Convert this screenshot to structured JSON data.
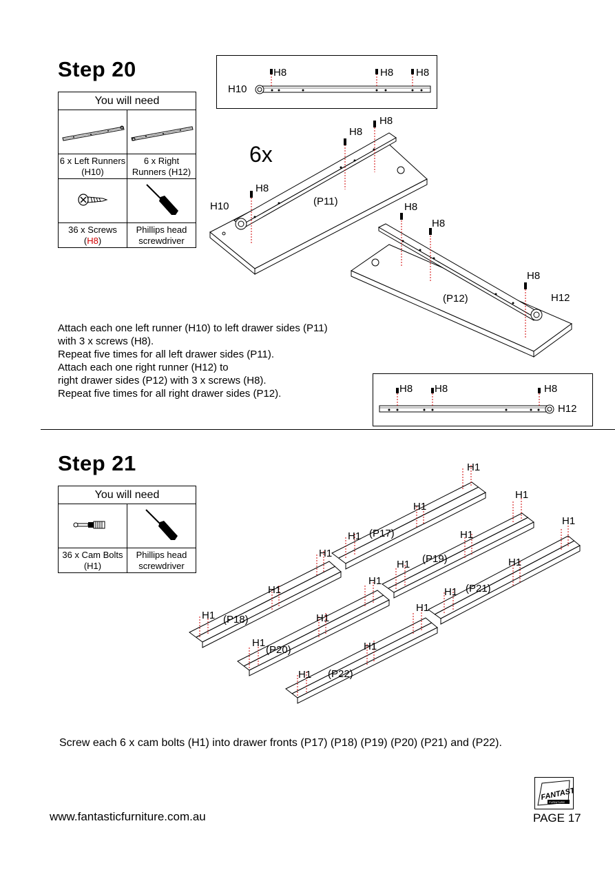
{
  "step20": {
    "title": "Step  20",
    "need_header": "You will need",
    "items": [
      {
        "icon": "left-runner-icon",
        "label": "6 x Left Runners (H10)"
      },
      {
        "icon": "right-runner-icon",
        "label": "6 x Right Runners (H12)"
      },
      {
        "icon": "screw-icon",
        "label_prefix": "36 x Screws",
        "label_open": "(",
        "label_code": "H8",
        "label_close": ")"
      },
      {
        "icon": "screwdriver-icon",
        "label": "Phillips head screwdriver"
      }
    ],
    "multiplier": "6x",
    "labels": {
      "h8": "H8",
      "h10": "H10",
      "h12": "H12",
      "p11": "(P11)",
      "p12": "(P12)"
    },
    "instructions": [
      "Attach each one left runner (H10) to left drawer sides (P11)",
      "with 3 x screws (H8).",
      "Repeat five times for all left drawer sides (P11).",
      "Attach each one right runner (H12) to",
      "right drawer sides (P12) with 3 x screws (H8).",
      "Repeat five times for all right drawer sides (P12)."
    ]
  },
  "step21": {
    "title": "Step  21",
    "need_header": "You will need",
    "items": [
      {
        "icon": "cam-bolt-icon",
        "label": "36 x Cam Bolts (H1)"
      },
      {
        "icon": "screwdriver-icon",
        "label": "Phillips head screwdriver"
      }
    ],
    "labels": {
      "h1": "H1",
      "p17": "(P17)",
      "p18": "(P18)",
      "p19": "(P19)",
      "p20": "(P20)",
      "p21": "(P21)",
      "p22": "(P22)"
    },
    "instruction": "Screw each 6 x cam bolts (H1) into drawer fronts (P17) (P18) (P19) (P20) (P21) and (P22)."
  },
  "footer": {
    "website": "www.fantasticfurniture.com.au",
    "page": "PAGE 17",
    "logo_text": "FANTASTIC",
    "logo_subtext": "FURNITURE"
  },
  "colors": {
    "accent_red": "#d00000",
    "ink": "#000000"
  }
}
